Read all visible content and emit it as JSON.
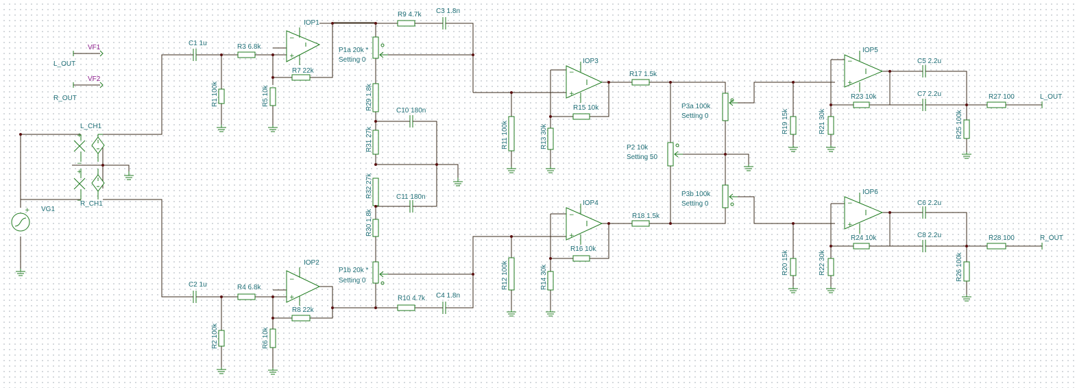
{
  "labels": {
    "vf1": "VF1",
    "l_out_probe": "L_OUT",
    "vf2": "VF2",
    "r_out_probe": "R_OUT",
    "vg1": "VG1",
    "l_ch1": "L_CH1",
    "r_ch1": "R_CH1",
    "c1": "C1 1u",
    "r3": "R3 6.8k",
    "r1": "R1 100k",
    "r5": "R5 10k",
    "iop1": "IOP1",
    "r7": "R7 22k",
    "r9": "R9 4.7k",
    "c3": "C3 1.8n",
    "p1a": "P1a 20k *",
    "p1a_set": "Setting 0",
    "r29": "R29 1.8k",
    "c10": "C10 180n",
    "r31": "R31 27k",
    "r32": "R32 27k",
    "c11": "C11 180n",
    "r30": "R30 1.8k",
    "p1b": "P1b 20k *",
    "p1b_set": "Setting 0",
    "c2": "C2 1u",
    "r4": "R4 6.8k",
    "iop2": "IOP2",
    "r2": "R2 100k",
    "r6": "R6 10k",
    "r8": "R8 22k",
    "r10": "R10 4.7k",
    "c4": "C4 1.8n",
    "iop3": "IOP3",
    "r11": "R11 100k",
    "r13": "R13 30k",
    "r15": "R15 10k",
    "r17": "R17 1.5k",
    "iop4": "IOP4",
    "r12": "R12 100k",
    "r14": "R14 30k",
    "r16": "R16 10k",
    "r18": "R18 1.5k",
    "p2": "P2 10k",
    "p2_set": "Setting 50",
    "p3a": "P3a 100k",
    "p3a_set": "Setting 0",
    "p3b": "P3b 100k",
    "p3b_set": "Setting 0",
    "iop5": "IOP5",
    "c5": "C5 2.2u",
    "r23": "R23 10k",
    "c7": "C7 2.2u",
    "r19": "R19 15k",
    "r21": "R21 30k",
    "r25": "R25 100k",
    "r27": "R27 100",
    "l_out": "L_OUT",
    "iop6": "IOP6",
    "c6": "C6 2.2u",
    "r24": "R24 10k",
    "c8": "C8 2.2u",
    "r20": "R20 15k",
    "r22": "R22 30k",
    "r26": "R26 100k",
    "r28": "R28 100",
    "r_out": "R_OUT"
  },
  "colors": {
    "wire": "#3a2a1a",
    "component": "#1e7a1e",
    "label": "#1e6e76",
    "probe": "#8a1a8a",
    "node": "#5a1010"
  }
}
